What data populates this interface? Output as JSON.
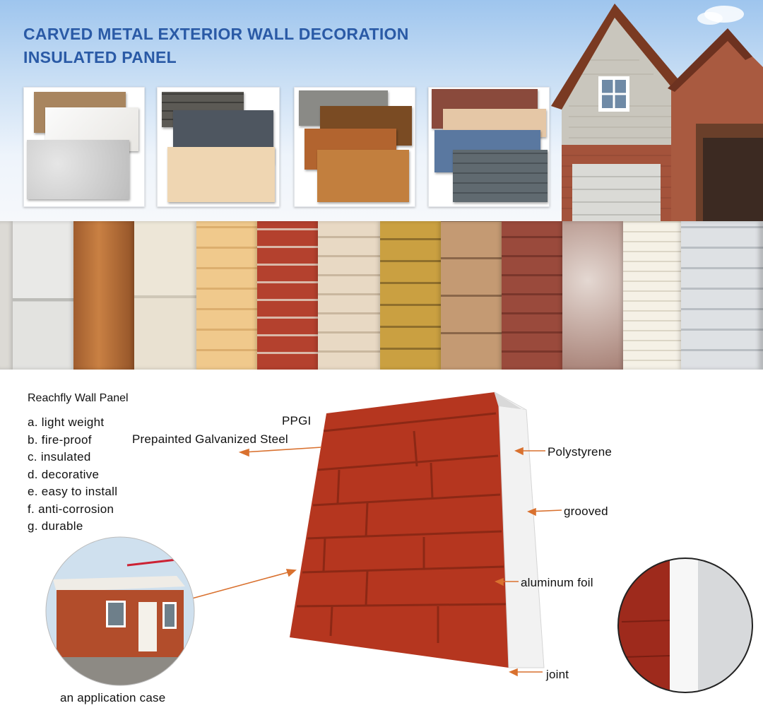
{
  "hero": {
    "title_line1": "CARVED METAL EXTERIOR WALL DECORATION",
    "title_line2": "INSULATED PANEL"
  },
  "features": {
    "heading": "Reachfly Wall Panel",
    "items": [
      "a. light weight",
      "b. fire-proof",
      "c. insulated",
      "d. decorative",
      "e. easy to install",
      "f. anti-corrosion",
      "g. durable"
    ]
  },
  "callouts": {
    "ppgi": "PPGI",
    "ppgi_full": "Prepainted Galvanized Steel",
    "polystyrene": "Polystyrene",
    "grooved": "grooved",
    "aluminum_foil": "aluminum foil",
    "joint": "joint",
    "application_case": "an application case"
  },
  "colors": {
    "title_blue": "#2a5aa6",
    "arrow_orange": "#d9712f",
    "panel_red": "#b5361f",
    "foam_white": "#f2f2f2"
  }
}
